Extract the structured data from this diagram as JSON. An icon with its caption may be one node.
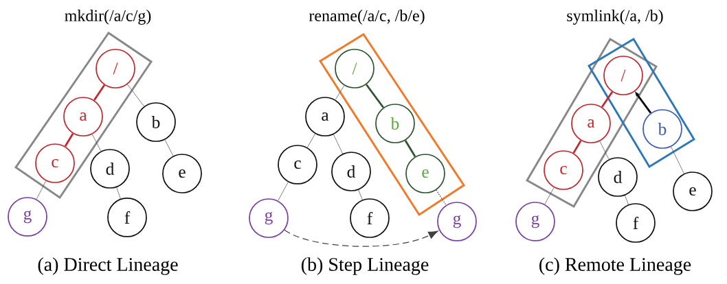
{
  "diagram": {
    "nodes": [
      {
        "text": [
          "/"
        ]
      },
      {
        "text": [
          "a"
        ]
      },
      {
        "text": [
          "b"
        ]
      },
      {
        "text": [
          "c"
        ]
      },
      {
        "text": [
          "d"
        ]
      },
      {
        "text": [
          "e"
        ]
      },
      {
        "text": [
          "f"
        ]
      },
      {
        "text": [
          "g"
        ]
      },
      {
        "text": [
          "/"
        ]
      },
      {
        "text": [
          "a"
        ]
      },
      {
        "text": [
          "b"
        ]
      },
      {
        "text": [
          "c"
        ]
      },
      {
        "text": [
          "d"
        ]
      },
      {
        "text": [
          "e"
        ]
      },
      {
        "text": [
          "f"
        ]
      },
      {
        "text": [
          "g"
        ]
      },
      {
        "text": [
          "g"
        ]
      },
      {
        "text": [
          "/"
        ]
      },
      {
        "text": [
          "a"
        ]
      },
      {
        "text": [
          "b"
        ]
      },
      {
        "text": [
          "c"
        ]
      },
      {
        "text": [
          "d"
        ]
      },
      {
        "text": [
          "e"
        ]
      },
      {
        "text": [
          "f"
        ]
      },
      {
        "text": [
          "g"
        ]
      }
    ],
    "edges": [
      {
        "from": 0,
        "to": 1,
        "arrow": "none",
        "style": "thick",
        "color": "#c0282d"
      },
      {
        "from": 0,
        "to": 2,
        "arrow": "none"
      },
      {
        "from": 1,
        "to": 3,
        "arrow": "none",
        "style": "thick",
        "color": "#c0282d"
      },
      {
        "from": 1,
        "to": 4,
        "arrow": "none"
      },
      {
        "from": 2,
        "to": 5,
        "arrow": "none"
      },
      {
        "from": 3,
        "to": 7,
        "arrow": "none"
      },
      {
        "from": 4,
        "to": 6,
        "arrow": "none"
      },
      {
        "from": 8,
        "to": 9,
        "arrow": "none"
      },
      {
        "from": 8,
        "to": 10,
        "arrow": "none",
        "style": "thick",
        "color": "#2e5530"
      },
      {
        "from": 9,
        "to": 11,
        "arrow": "none"
      },
      {
        "from": 9,
        "to": 12,
        "arrow": "none"
      },
      {
        "from": 10,
        "to": 13,
        "arrow": "none",
        "style": "thick",
        "color": "#2e5530"
      },
      {
        "from": 11,
        "to": 15,
        "arrow": "none"
      },
      {
        "from": 12,
        "to": 14,
        "arrow": "none"
      },
      {
        "from": 13,
        "to": 16,
        "arrow": "none",
        "style": "dashed"
      },
      {
        "from": 15,
        "to": 16,
        "arrow": "to",
        "style": "dashed"
      },
      {
        "from": 17,
        "to": 18,
        "arrow": "none",
        "style": "thick",
        "color": "#c0282d"
      },
      {
        "from": 19,
        "to": 17,
        "arrow": "to",
        "style": "thick",
        "color": "#000000"
      },
      {
        "from": 18,
        "to": 20,
        "arrow": "none",
        "style": "thick",
        "color": "#c0282d"
      },
      {
        "from": 18,
        "to": 21,
        "arrow": "none"
      },
      {
        "from": 19,
        "to": 22,
        "arrow": "none"
      },
      {
        "from": 20,
        "to": 24,
        "arrow": "none"
      },
      {
        "from": 21,
        "to": 23,
        "arrow": "none"
      }
    ],
    "labels": [
      "mkdir(/a/c/g)",
      "rename(/a/c, /b/e)",
      "symlink(/a, /b)",
      "(a) Direct Lineage",
      "(b) Step Lineage",
      "(c) Remote Lineage"
    ]
  }
}
